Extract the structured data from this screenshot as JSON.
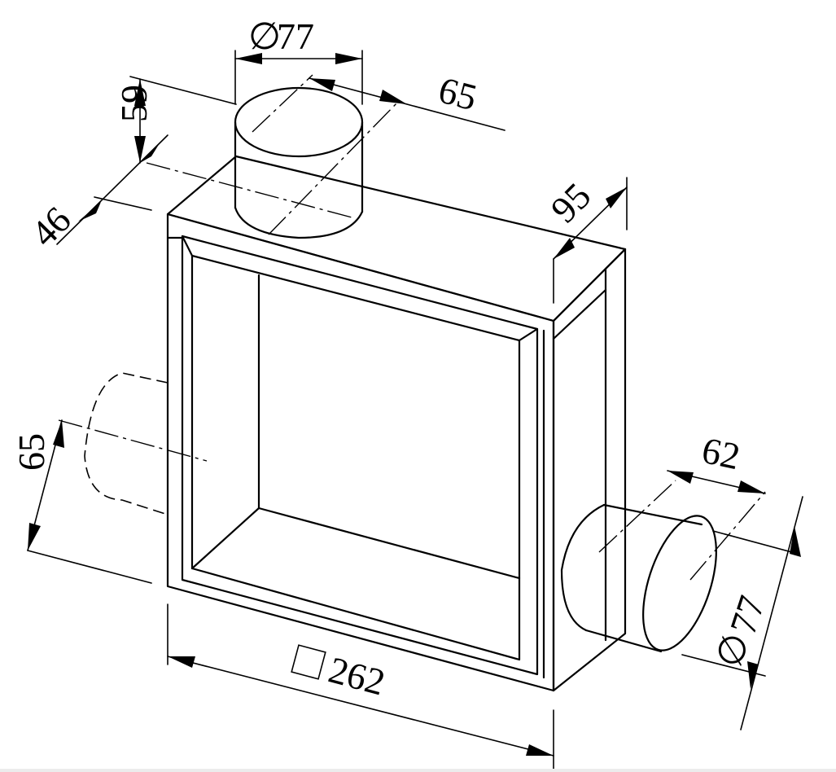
{
  "dimensions": {
    "top_pipe_diameter": "77",
    "top_pipe_length": "65",
    "top_pipe_height": "59",
    "top_pipe_offset": "46",
    "box_depth": "95",
    "side_pipe_left_offset": "65",
    "right_pipe_length": "62",
    "right_pipe_diameter": "77",
    "box_size": "262"
  },
  "symbols": {
    "diameter": "∅",
    "square": "□"
  }
}
